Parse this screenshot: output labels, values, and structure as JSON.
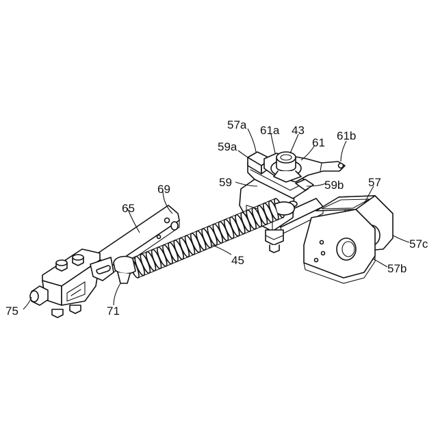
{
  "labels": {
    "r43": "43",
    "r45": "45",
    "r57": "57",
    "r57a": "57a",
    "r57b": "57b",
    "r57c": "57c",
    "r59": "59",
    "r59a": "59a",
    "r59b": "59b",
    "r61": "61",
    "r61a": "61a",
    "r61b": "61b",
    "r65": "65",
    "r69": "69",
    "r71": "71",
    "r75": "75"
  }
}
